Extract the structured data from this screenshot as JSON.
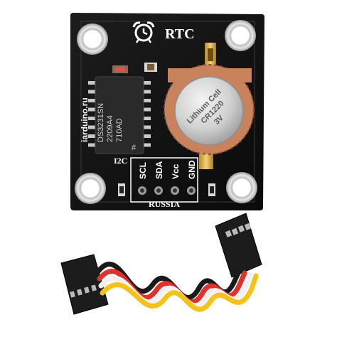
{
  "board": {
    "title": "RTC",
    "vendor": "iarduino.ru",
    "country": "RUSSIA",
    "bus": "I2C",
    "pins": [
      "SCL",
      "SDA",
      "Vcc",
      "GND"
    ]
  },
  "chip": {
    "line1": "DS3231SN",
    "line2": "2209A4",
    "line3": "710AD",
    "mark": "#"
  },
  "battery": {
    "line1": "Lithium Cell",
    "line2": "CR1220",
    "line3": "3V"
  },
  "icons": {
    "title_icon": "alarm-clock-icon"
  },
  "colors": {
    "pcb": "#111111",
    "silkscreen": "#ffffff",
    "copper": "#c9835c",
    "wire_black": "#1a1a1a",
    "wire_red": "#e0322d",
    "wire_white": "#f1f1f1",
    "wire_yellow": "#f5c21a"
  }
}
